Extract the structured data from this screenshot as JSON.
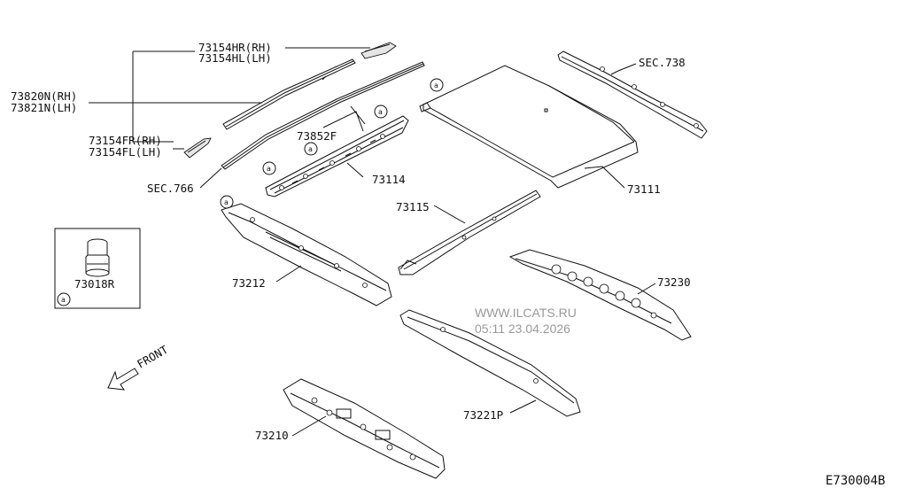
{
  "labels": {
    "p73154hr": "73154HR(RH)",
    "p73154hl": "73154HL(LH)",
    "p73820n": "73820N(RH)",
    "p73821n": "73821N(LH)",
    "p73154fr": "73154FR(RH)",
    "p73154fl": "73154FL(LH)",
    "sec766": "SEC.766",
    "p73852f": "73852F",
    "p73114": "73114",
    "sec738": "SEC.738",
    "p73111": "73111",
    "p73115": "73115",
    "p73212": "73212",
    "p73018r": "73018R",
    "p73230": "73230",
    "p73221p": "73221P",
    "p73210": "73210",
    "front": "FRONT",
    "diagram_id": "E730004B"
  },
  "watermark": {
    "site": "WWW.ILCATS.RU",
    "timestamp": "05:11 23.04.2026"
  },
  "marker_letter": "a"
}
